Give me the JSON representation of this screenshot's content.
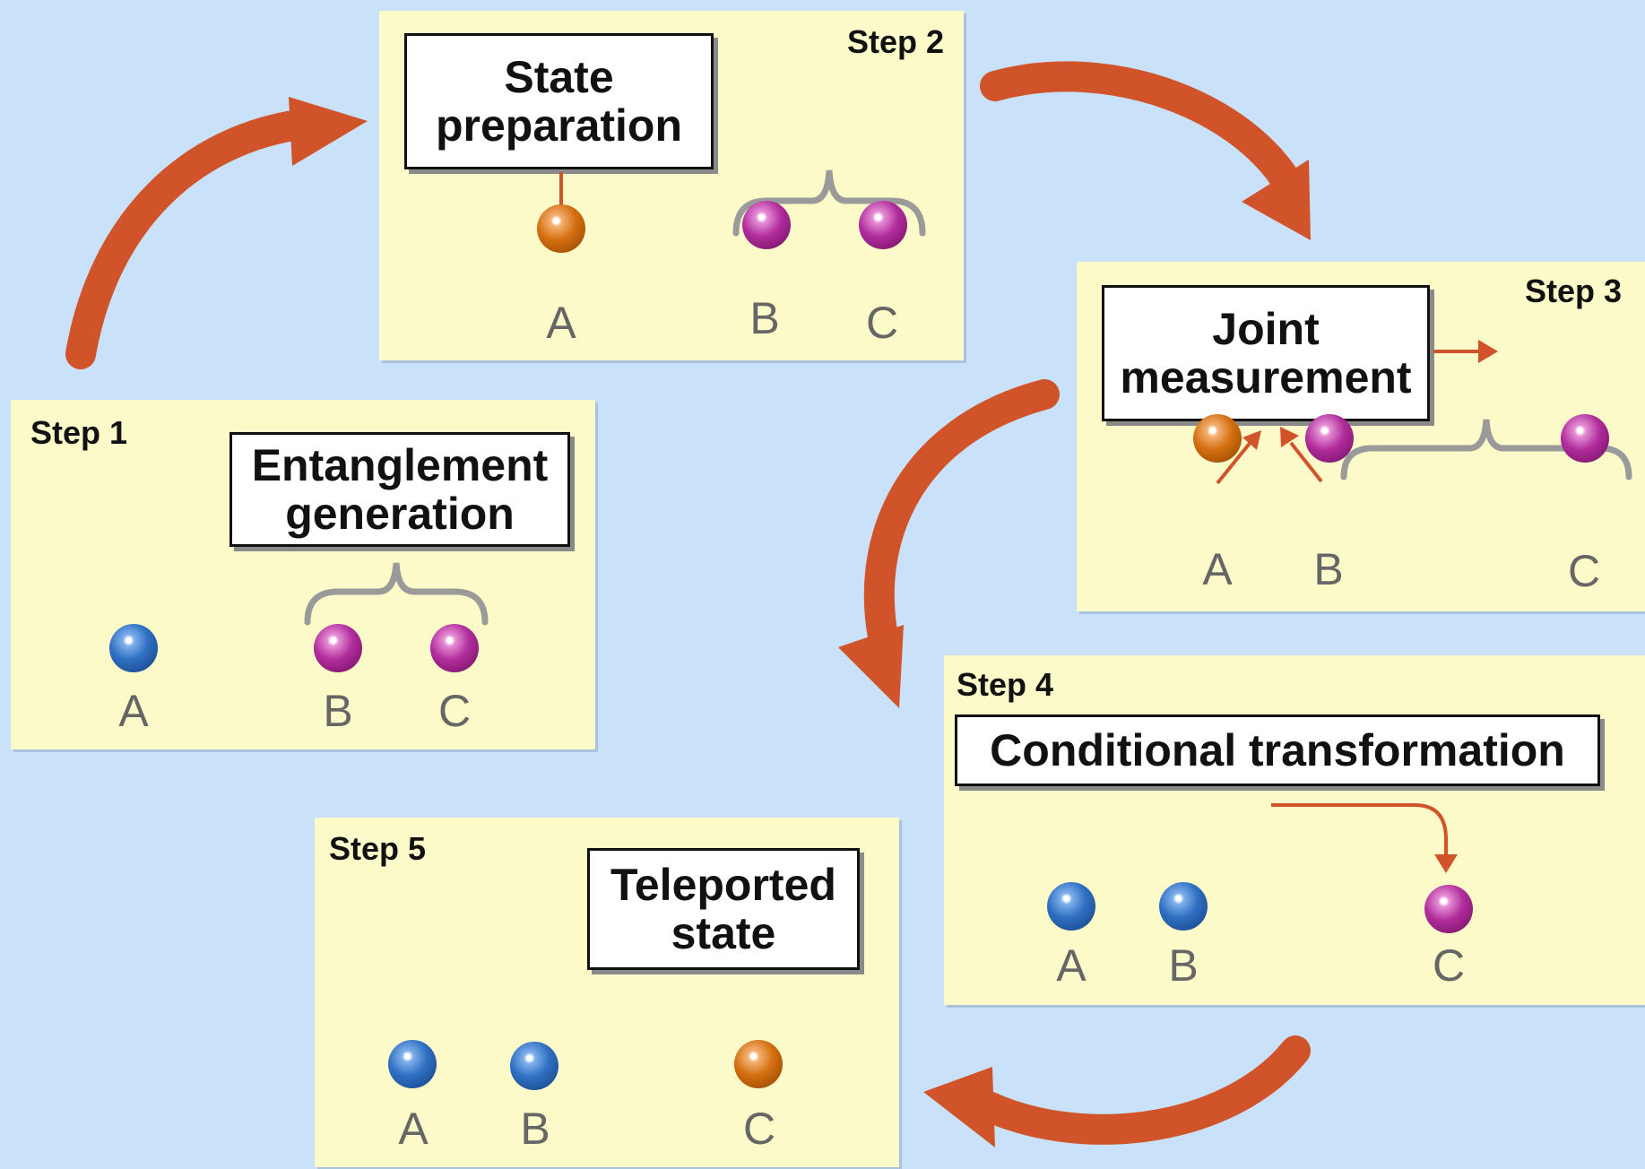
{
  "colors": {
    "background": "#c9e2fa",
    "panel": "#fbfac8",
    "cycle_arrow": "#d1532a",
    "small_arrow": "#d1532a",
    "brace": "#9a9a9a",
    "blue_particle": "#2f6fc2",
    "purple_particle": "#b12d9c",
    "orange_particle": "#d46f10"
  },
  "steps": [
    {
      "step_label": "Step 1",
      "title": "Entanglement\ngeneration",
      "particles": [
        {
          "label": "A",
          "color": "blue"
        },
        {
          "label": "B",
          "color": "purple"
        },
        {
          "label": "C",
          "color": "purple"
        }
      ]
    },
    {
      "step_label": "Step 2",
      "title": "State\npreparation",
      "particles": [
        {
          "label": "A",
          "color": "orange"
        },
        {
          "label": "B",
          "color": "purple"
        },
        {
          "label": "C",
          "color": "purple"
        }
      ]
    },
    {
      "step_label": "Step 3",
      "title": "Joint\nmeasurement",
      "particles": [
        {
          "label": "A",
          "color": "orange"
        },
        {
          "label": "B",
          "color": "purple"
        },
        {
          "label": "C",
          "color": "purple"
        }
      ]
    },
    {
      "step_label": "Step 4",
      "title": "Conditional transformation",
      "particles": [
        {
          "label": "A",
          "color": "blue"
        },
        {
          "label": "B",
          "color": "blue"
        },
        {
          "label": "C",
          "color": "purple"
        }
      ]
    },
    {
      "step_label": "Step 5",
      "title": "Teleported\nstate",
      "particles": [
        {
          "label": "A",
          "color": "blue"
        },
        {
          "label": "B",
          "color": "blue"
        },
        {
          "label": "C",
          "color": "orange"
        }
      ]
    }
  ]
}
